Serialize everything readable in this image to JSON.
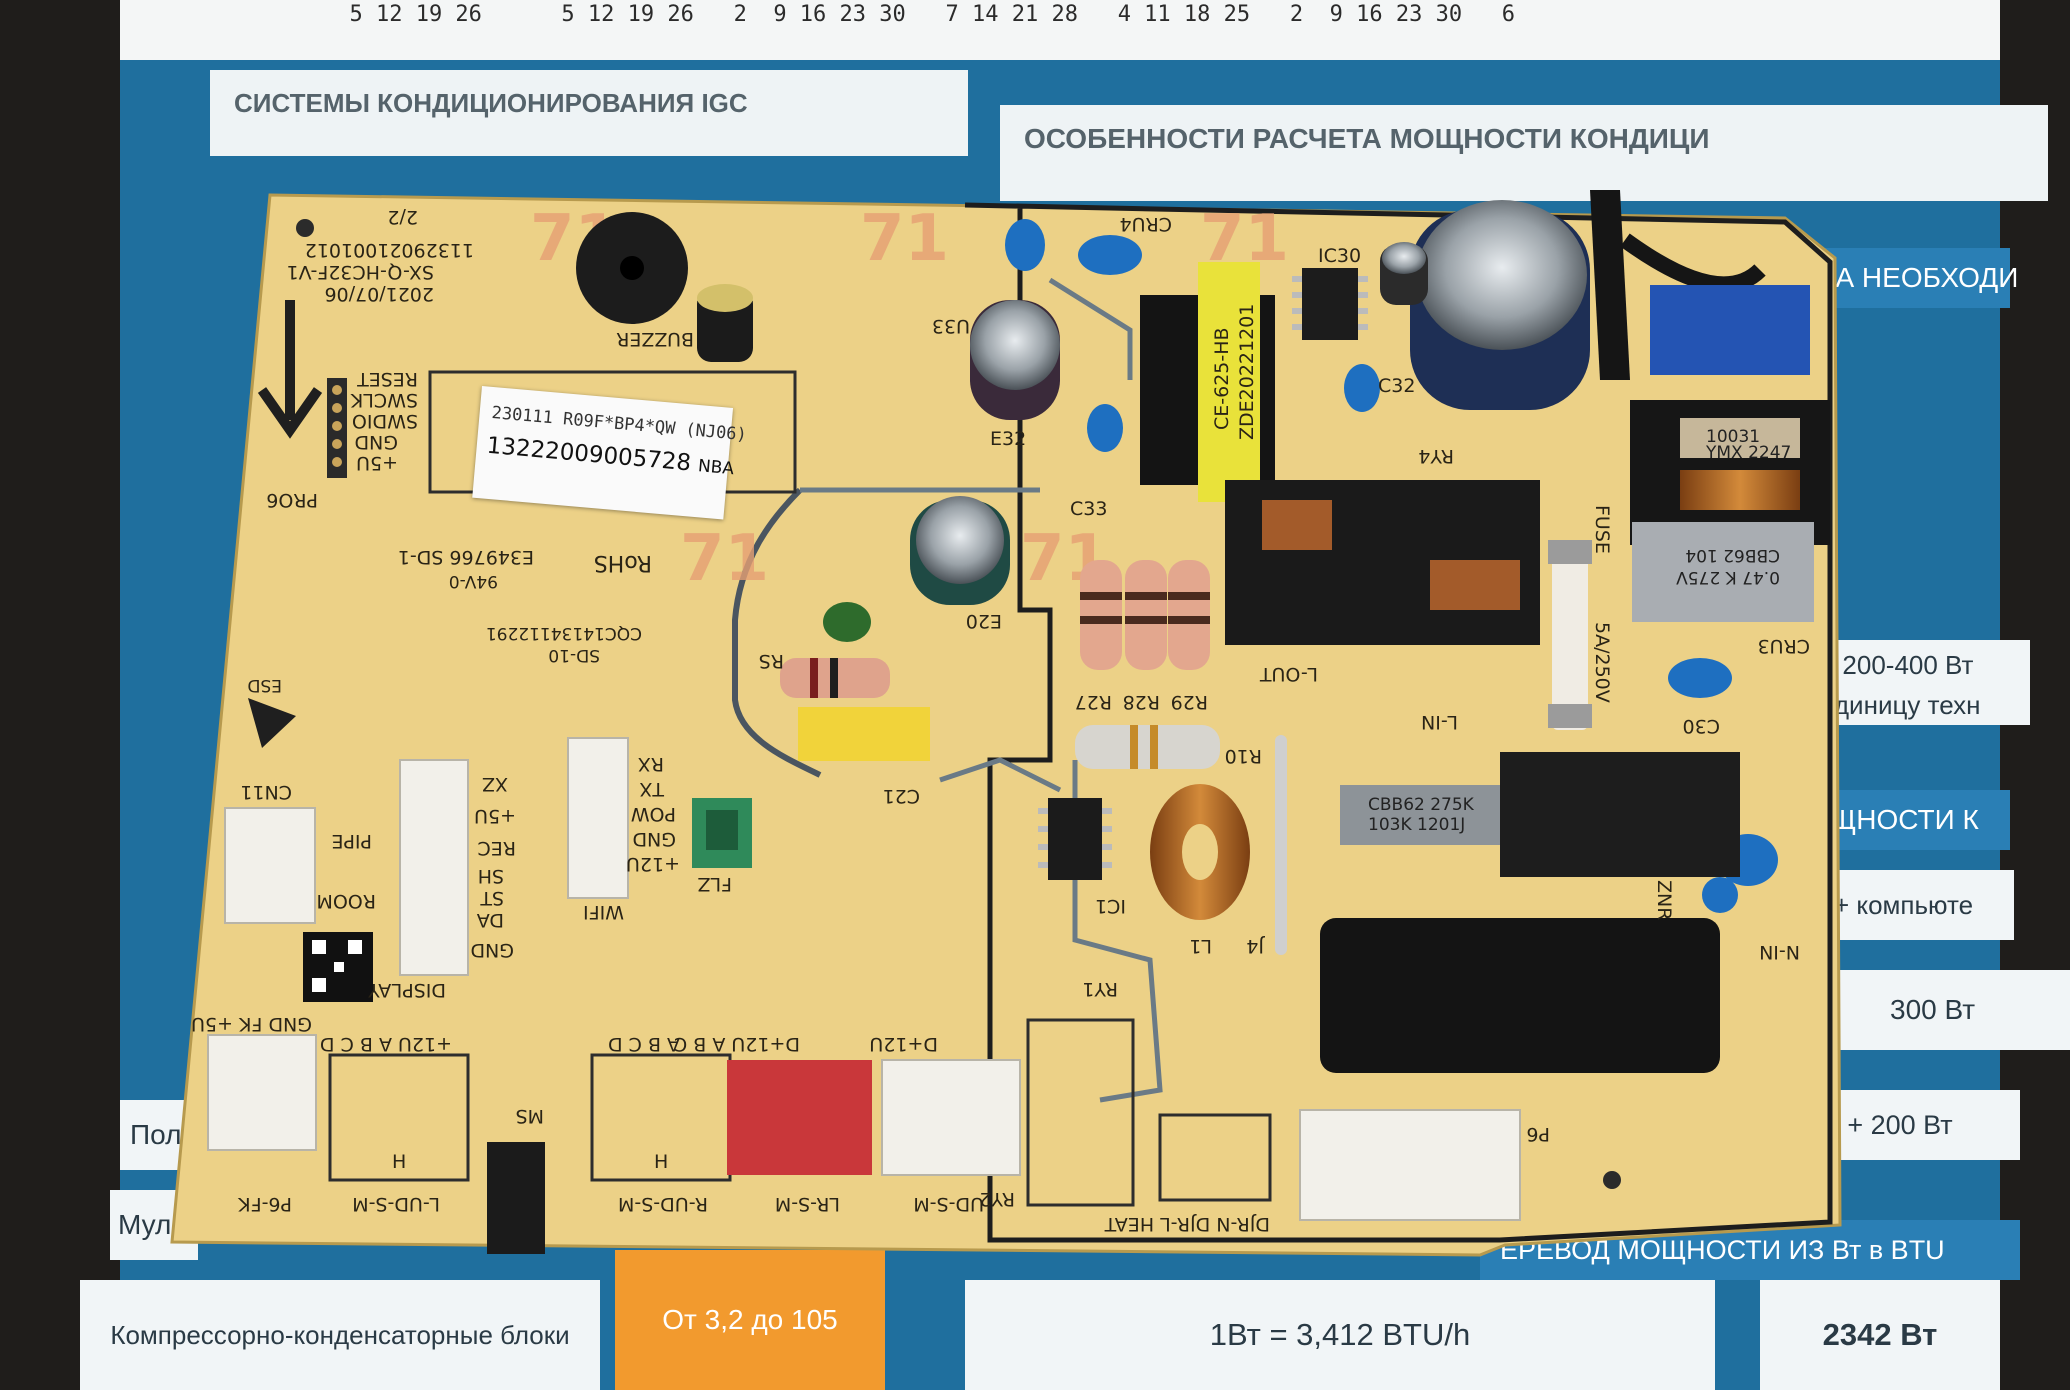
{
  "calendar": {
    "row_text": "      5 12 19 26      5 12 19 26   2  9 16 23 30   7 14 21 28   4 11 18 25   2  9 16 23 30   6"
  },
  "poster": {
    "header_left": "СИСТЕМЫ КОНДИЦИОНИРОВАНИЯ IGC",
    "header_right": "ОСОБЕННОСТИ РАСЧЕТА МОЩНОСТИ КОНДИЦИ",
    "side_1": "ЕРА НЕОБХОДИ",
    "side_2": "+ 200-400 Вт",
    "side_3": "единицу техн",
    "side_4": "ЩНОСТИ К",
    "side_5": "+ компьюте",
    "side_6": "300 Вт",
    "side_7": "25 Вт + 300 Вт + 200 Вт",
    "side_8": "ЕРЕВОД МОЩНОСТИ ИЗ Вт в BTU",
    "left_1": "Пол",
    "left_2": "Мул",
    "bottom_left": "Компрессорно-конденсаторные блоки",
    "bottom_mid": "От 3,2 до 105",
    "bottom_formula": "1Вт = 3,412 BTU/h",
    "bottom_right": "2342 Вт"
  },
  "pcb": {
    "sticker_line1": "230111 R09F*BP4*QW (NJ06)",
    "sticker_line2": "13222009005728",
    "sticker_suffix": "NBA",
    "silk": {
      "page": "2/2",
      "date": "2021/07/06",
      "model": "SX-Q-HC32F-V1",
      "code": "11329021001012",
      "buzzer": "BUZZER",
      "prog_pins": [
        "RESET",
        "SWCLK",
        "SWDIO",
        "GND",
        "+5U"
      ],
      "pro6": "PRO6",
      "e32": "E32",
      "e20": "E20",
      "e33": "U33",
      "c33": "C33",
      "c32": "C32",
      "cru4": "CRU4",
      "ic30": "IC30",
      "ry4": "RY4",
      "transformer": "CE-625-HB",
      "transformer_date": "ZDE20221201",
      "rohs": "RoHS",
      "ul_line": "E349766 SD-1",
      "ul_sub": "94V-0",
      "cqc": "CQC14134112291",
      "sd10": "SD-10",
      "r27": "R27",
      "r28": "R28",
      "r29": "R29",
      "r10": "R10",
      "rs": "RS",
      "c21": "C21",
      "ic1": "IC1",
      "l1": "L1",
      "j4": "J4",
      "fuse": "FUSE",
      "fuse_rating": "5A/250V",
      "l_out": "L-OUT",
      "l_in": "L-IN",
      "n_in": "N-IN",
      "cru3": "CRU3",
      "c30": "C30",
      "zr": "ZNR",
      "cn11": "CN11",
      "pipe": "PIPE",
      "room": "ROOM",
      "display_pins": [
        "XZ",
        "+5U",
        "REC",
        "SH",
        "ST",
        "DA",
        "GND"
      ],
      "display": "DISPLAY",
      "wifi_pins": [
        "RX",
        "TX",
        "POW",
        "GND",
        "+12U"
      ],
      "wifi": "WIFI",
      "flz": "FLZ",
      "gnd_fk": "GND FK +5U",
      "p6fk": "P6-FK",
      "lud": "+12U A B C D",
      "lud_name": "L-UD-S-M",
      "ms": "MS",
      "rud": "A B C D",
      "rud_name": "R-UD-S-M",
      "rud_pwr": "D+12U A B C",
      "lrs": "LR-S-M",
      "lrs_pins": "D+12U A B C",
      "uds": "UD-S-M",
      "uds_pins": "D+12U",
      "ry1": "RY1",
      "ry2": "RY2",
      "heat": "DJR-N DJR-L HEAT",
      "p6": "P6",
      "h": "H",
      "esd": "ESD",
      "cap_mark": "10031",
      "cap_mark2": "YMX 2247",
      "xcap1": "CBB62 275K",
      "xcap2": "103K 1201J",
      "xcap_top1": "CBB62 104",
      "xcap_top2": "0.47 K 275V"
    }
  }
}
